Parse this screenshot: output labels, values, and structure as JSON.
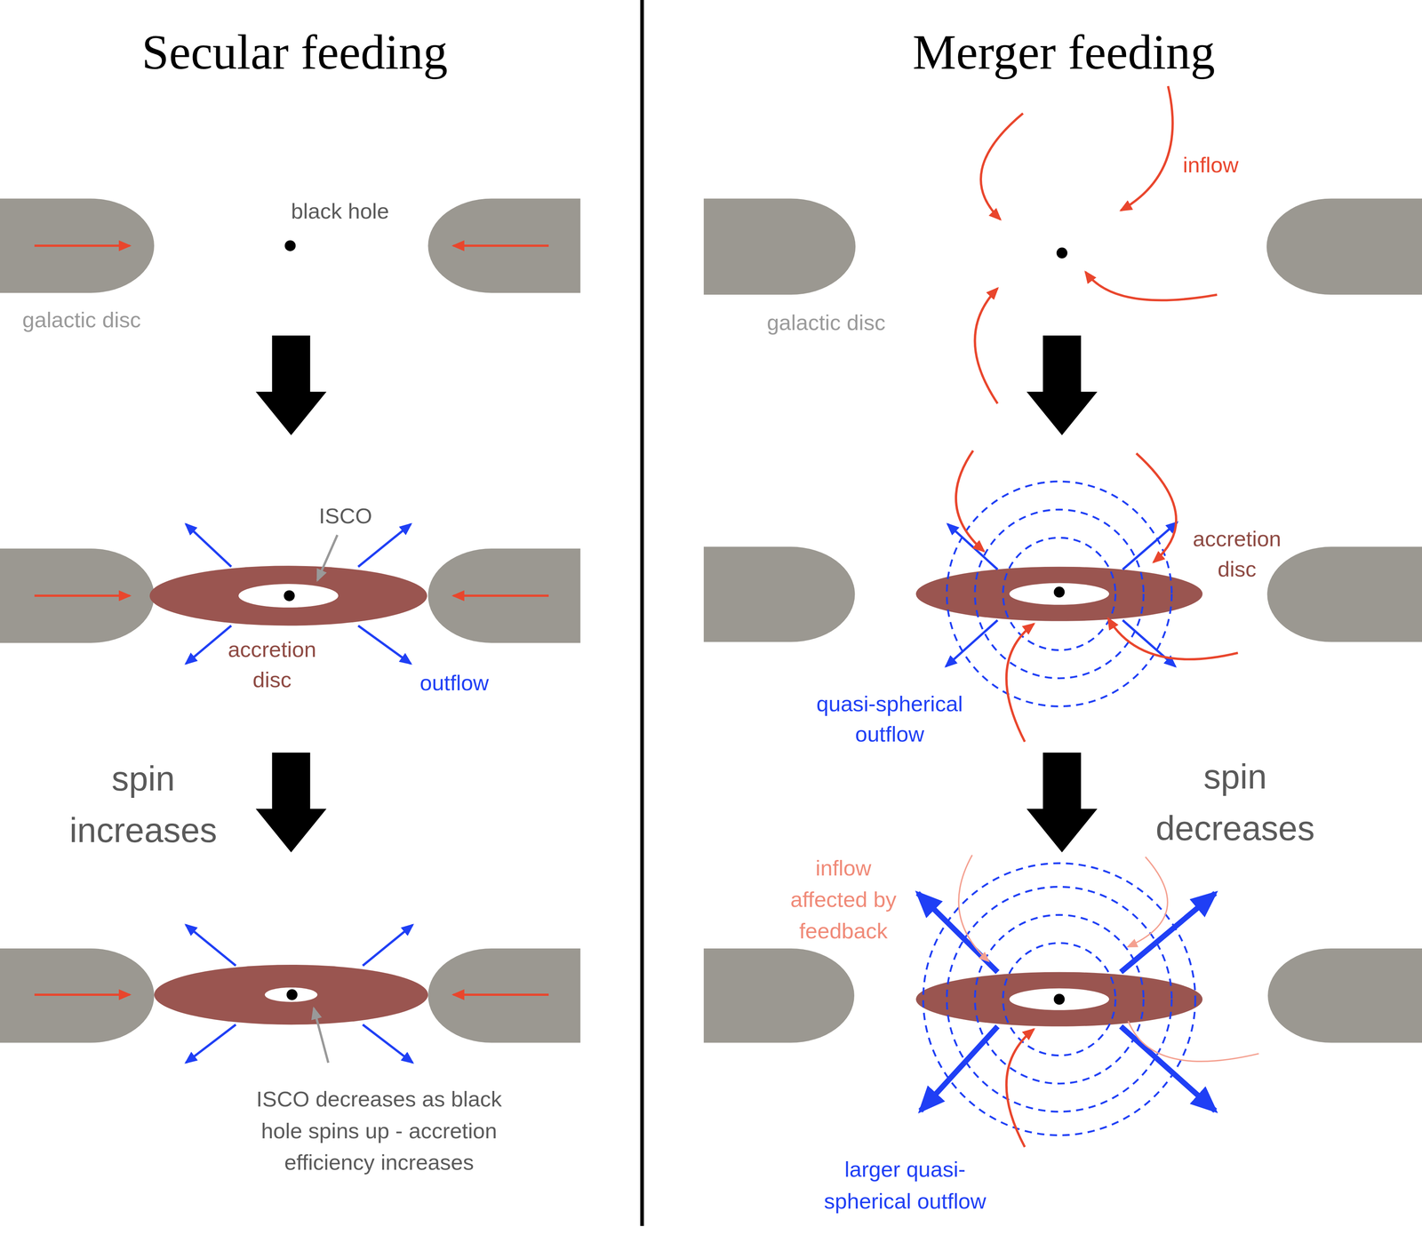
{
  "diagram": {
    "labels": [
      "Secular feeding",
      "Merger feeding",
      "black hole",
      "inflow",
      "galactic disc",
      "galactic disc",
      "ISCO",
      "accretion disc",
      "accretion disc",
      "outflow",
      "quasi-spherical outflow",
      "spin increases",
      "spin decreases",
      "inflow affected by feedback",
      "ISCO decreases as black hole spins up - accretion efficiency increases",
      "larger quasi-spherical outflow"
    ]
  }
}
